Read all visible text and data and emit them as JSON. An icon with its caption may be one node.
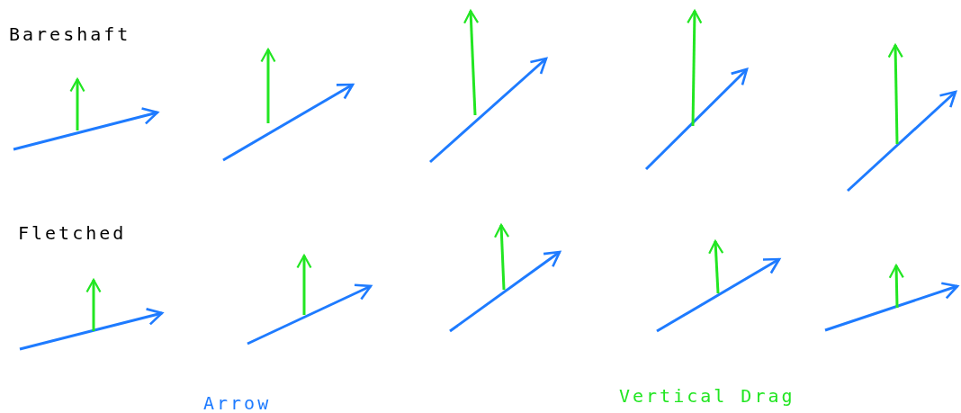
{
  "diagram": {
    "labels": [
      "Bareshaft",
      "Fletched"
    ],
    "legend": [
      {
        "text": "Arrow",
        "color": "#1e7bff"
      },
      {
        "text": "Vertical Drag",
        "color": "#22e622"
      }
    ]
  }
}
